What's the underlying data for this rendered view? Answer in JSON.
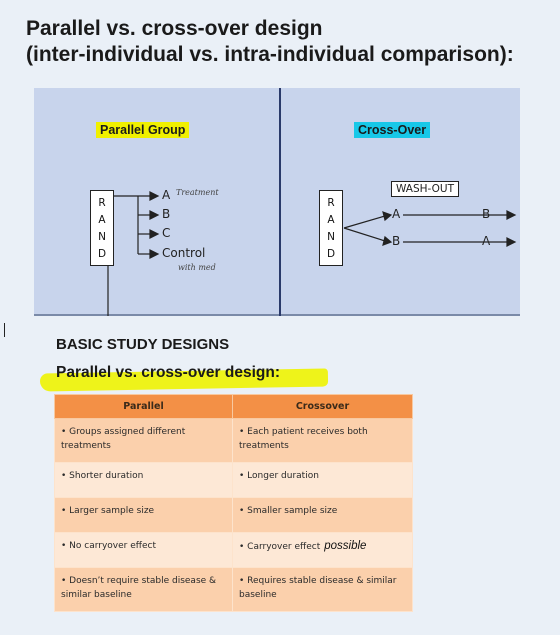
{
  "title": {
    "line1": "Parallel vs. cross-over design",
    "line2": "(inter-individual vs. intra-individual comparison):"
  },
  "diagram": {
    "parallel": {
      "label": "Parallel Group",
      "rand_letters": [
        "R",
        "A",
        "N",
        "D"
      ],
      "branches": [
        "A",
        "B",
        "C",
        "Control"
      ],
      "handwritten_treatment": "Treatment",
      "handwritten_control_note": "with med"
    },
    "crossover": {
      "label": "Cross-Over",
      "rand_letters": [
        "R",
        "A",
        "N",
        "D"
      ],
      "washout": "WASH-OUT",
      "rows": [
        {
          "from": "A",
          "to": "B"
        },
        {
          "from": "B",
          "to": "A"
        }
      ]
    }
  },
  "section": {
    "heading": "BASIC STUDY DESIGNS",
    "subheading": "Parallel vs. cross-over design:"
  },
  "table": {
    "headers": [
      "Parallel",
      "Crossover"
    ],
    "rows": [
      [
        "• Groups assigned different treatments",
        "• Each patient receives both treatments"
      ],
      [
        "• Shorter duration",
        "• Longer duration"
      ],
      [
        "• Larger sample size",
        "• Smaller sample size"
      ],
      [
        "• No carryover effect",
        "• Carryover effect"
      ],
      [
        "• Doesn’t require stable disease & similar baseline",
        "• Requires stable disease & similar baseline"
      ]
    ],
    "handwritten_note": "possible"
  },
  "colors": {
    "background": "#eaf0f7",
    "diagram_bg": "#c8d4ec",
    "highlight_yellow": "#f0f000",
    "highlight_cyan": "#18c8e8",
    "table_header": "#f39046"
  }
}
